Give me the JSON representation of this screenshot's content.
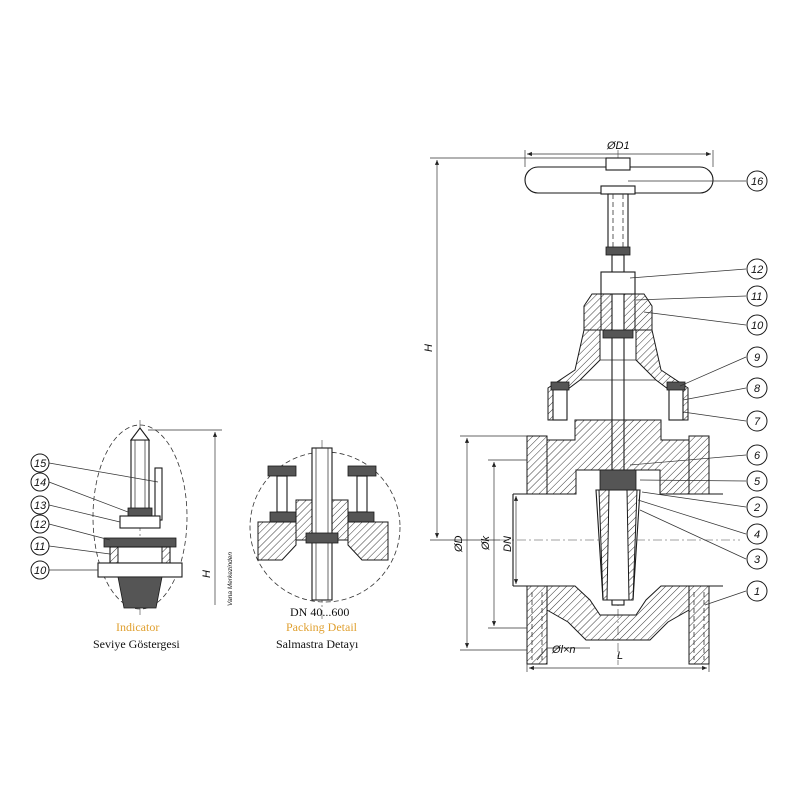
{
  "main_view": {
    "dimensions": {
      "handwheel_diameter": "ØD1",
      "height": "H",
      "flange_diameter": "ØD",
      "bolt_circle": "Øk",
      "nominal_diameter": "DN",
      "bolt_holes": "Øl×n",
      "length": "L"
    },
    "balloons": [
      "1",
      "2",
      "3",
      "4",
      "5",
      "6",
      "7",
      "8",
      "9",
      "10",
      "11",
      "12",
      "16"
    ]
  },
  "indicator_detail": {
    "balloons": [
      "10",
      "11",
      "12",
      "13",
      "14",
      "15"
    ],
    "height_label": "H",
    "height_note": "Vana Merkezinden",
    "caption_en": "Indicator",
    "caption_tr": "Seviye Göstergesi"
  },
  "packing_detail": {
    "size_range": "DN 40...600",
    "caption_en": "Packing Detail",
    "caption_tr": "Salmastra Detayı"
  }
}
